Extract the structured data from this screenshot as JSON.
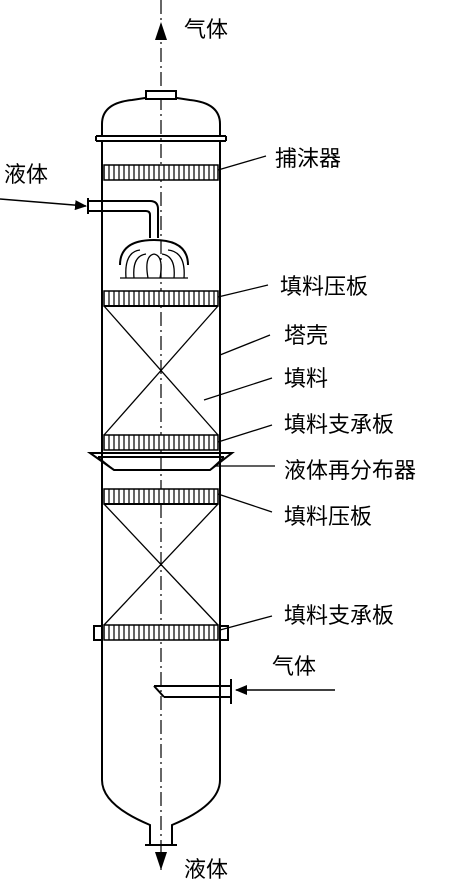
{
  "labels": {
    "gas_out": "气体",
    "liquid_in": "液体",
    "demister": "捕沫器",
    "hold_down_plate_top": "填料压板",
    "shell": "塔壳",
    "packing": "填料",
    "support_plate_mid": "填料支承板",
    "redistributor": "液体再分布器",
    "hold_down_plate_mid": "填料压板",
    "support_plate_bottom": "填料支承板",
    "gas_in": "气体",
    "liquid_out": "液体"
  }
}
